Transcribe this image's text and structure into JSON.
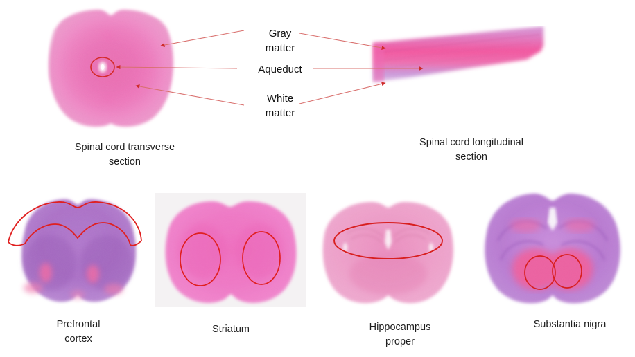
{
  "figure": {
    "background_color": "#ffffff",
    "annotation_color": "#e03030",
    "arrow_color": "#d9534f",
    "text_color": "#1a1a1a"
  },
  "callouts": {
    "gray_matter": "Gray\nmatter",
    "aqueduct": "Aqueduct",
    "white_matter": "White\nmatter"
  },
  "panels": {
    "spinal_transverse": {
      "caption": "Spinal cord transverse\nsection",
      "stain_colors": {
        "outer": "#f08cc8",
        "inner": "#ef6ab4",
        "core": "#f2569f",
        "edge": "#e59ccb"
      },
      "marker": "aqueduct-circle"
    },
    "spinal_longitudinal": {
      "caption": "Spinal cord longitudinal\nsection",
      "stain_colors": {
        "band_top": "#d98fd2",
        "band_mid": "#f4559f",
        "band_low": "#c89ad8"
      }
    },
    "prefrontal_cortex": {
      "caption": "Prefrontal\ncortex",
      "stain_colors": {
        "cortex": "#b57ad0",
        "inner": "#a96ec6",
        "highlight": "#f06ba8"
      },
      "marker": "cortex-outline"
    },
    "striatum": {
      "caption": "Striatum",
      "background": "#f4f2f3",
      "stain_colors": {
        "body": "#f079c6",
        "inner": "#ef6dbe"
      },
      "marker": "two-ovals"
    },
    "hippocampus": {
      "caption": "Hippocampus\nproper",
      "stain_colors": {
        "body": "#efa3cc",
        "inner": "#eb8fc0",
        "deep": "#e87fb6"
      },
      "marker": "wide-ellipse"
    },
    "substantia_nigra": {
      "caption": "Substantia nigra",
      "stain_colors": {
        "cortex": "#bb7cd4",
        "mid": "#c98fdd",
        "core": "#f0609f"
      },
      "marker": "two-small-circles"
    }
  }
}
